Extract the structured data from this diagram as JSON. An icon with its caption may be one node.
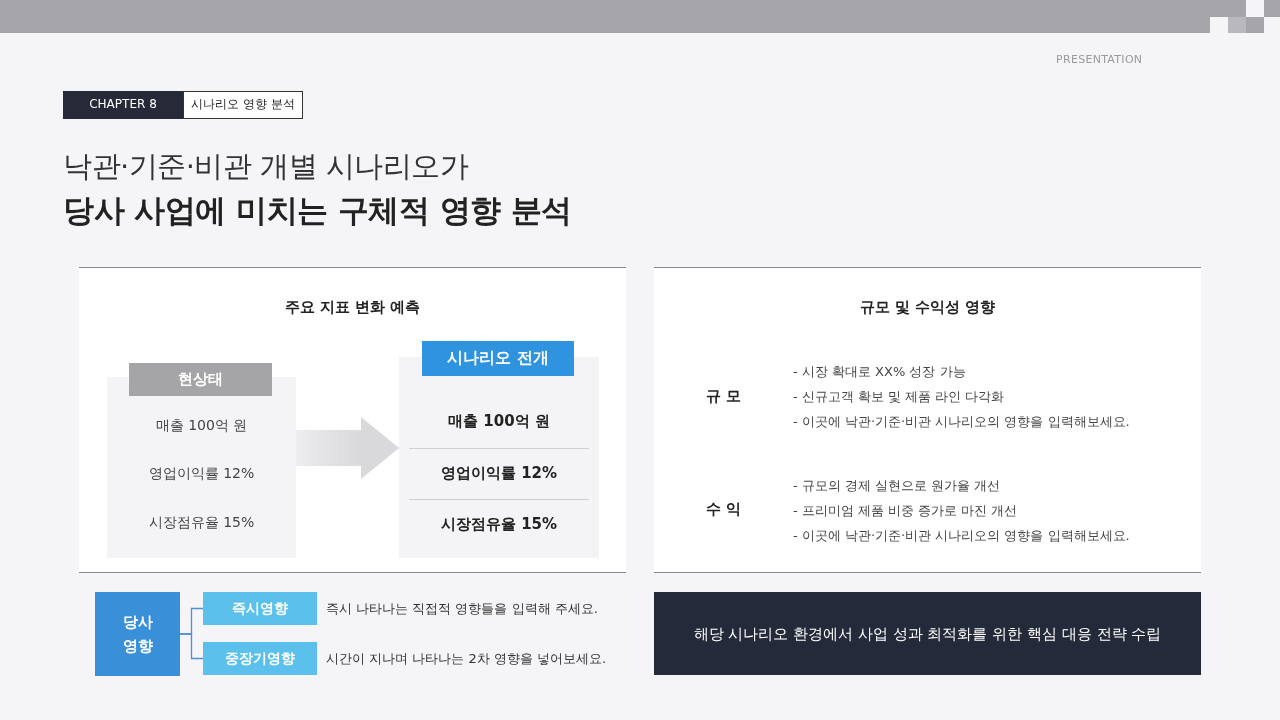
{
  "diagram": {
    "title": "낙관·기준·비관 개별 시나리오가 **당사 사업에 미치는 구체적 영향 분석**",
    "nodes": [
      {
        "text": [
          "CHAPTER 8"
        ]
      },
      {
        "text": [
          "시나리오 영향 분석"
        ]
      },
      {
        "text": [
          "주요 지표 변화 예측"
        ]
      },
      {
        "text": [
          "현상태",
          "매출 100억 원",
          "영업이익률 12%",
          "시장점유율 15%"
        ],
        "in": 2
      },
      {
        "text": [
          "시나리오 전개",
          "매출 100억 원",
          "영업이익률 12%",
          "시장점유율 15%"
        ],
        "in": 2
      },
      {
        "text": [
          "규모 및 수익성 영향",
          "규 모",
          "- 시장 확대로 XX% 성장 가능",
          "- 신규고객 확보 및 제품 라인 다각화",
          "- 이곳에 낙관·기준·비관 시나리오의 영향을 입력해보세요.",
          "수 익",
          "- 규모의 경제 실현으로 원가율 개선",
          "- 프리미엄 제품 비중 증가로 마진 개선",
          "- 이곳에 낙관·기준·비관 시나리오의 영향을 입력해보세요."
        ]
      },
      {
        "text": [
          "당사 영향"
        ]
      },
      {
        "text": [
          "즉시영향"
        ],
        "beside": [
          "즉시 나타나는 직접적 영향들을 입력해 주세요."
        ]
      },
      {
        "text": [
          "중장기영향"
        ],
        "beside": [
          "시간이 지나며 나타나는 2차 영향을 넣어보세요."
        ]
      },
      {
        "text": [
          "해당 시나리오 환경에서 사업 성과 최적화를 위한 핵심 대응 전략 수립"
        ]
      }
    ],
    "edges": [
      {
        "from": 3,
        "to": 4,
        "arrow": "to",
        "style": "thick",
        "color": "#d9d9dc"
      },
      {
        "from": 6,
        "to": 7,
        "arrow": "none"
      },
      {
        "from": 6,
        "to": 8,
        "arrow": "none"
      }
    ],
    "labels": [
      "PRESENTATION"
    ]
  }
}
